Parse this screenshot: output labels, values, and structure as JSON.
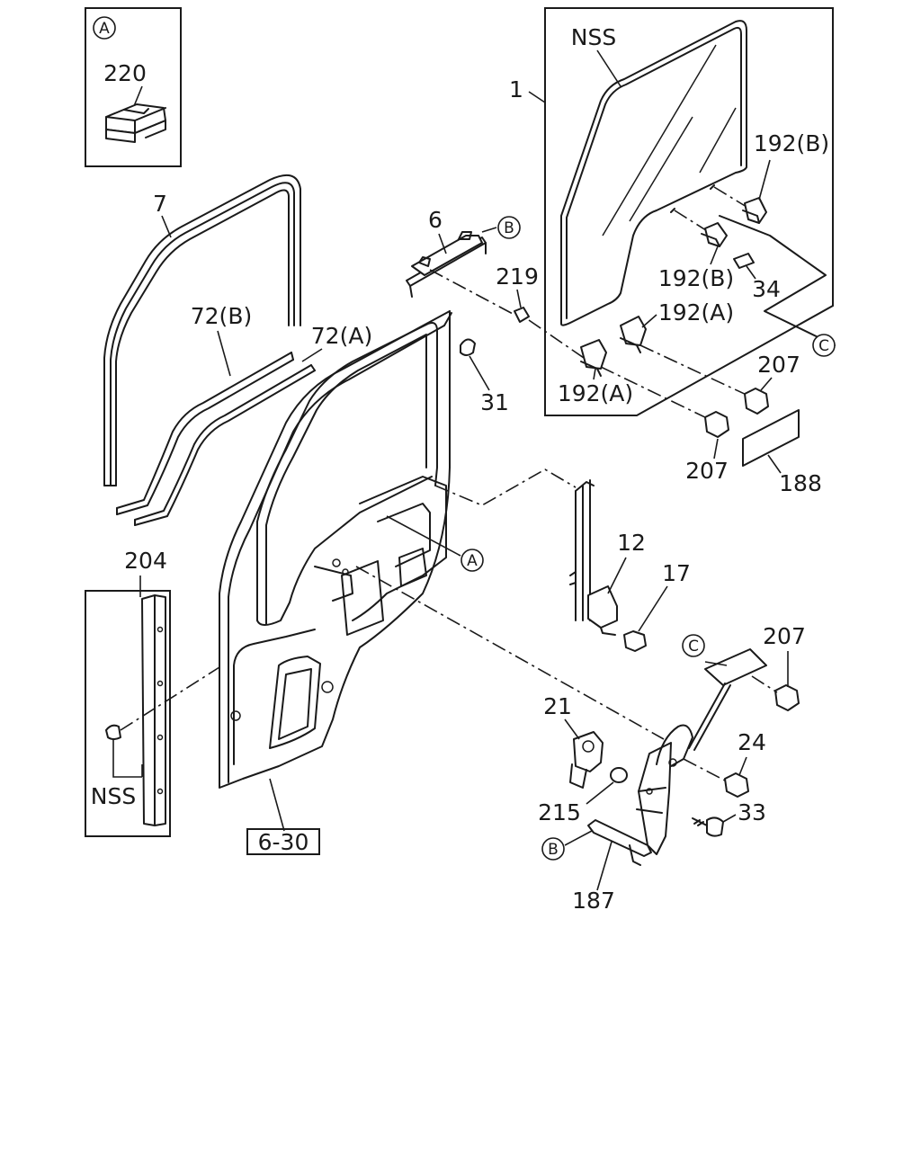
{
  "inset_a": {
    "ref": "A",
    "part": "220"
  },
  "inset_204": {
    "part": "204",
    "nss": "NSS"
  },
  "glass_panel": {
    "part": "1",
    "nss": "NSS",
    "ref": "C"
  },
  "refs": {
    "a": "A",
    "b": "B",
    "c": "C"
  },
  "parts": {
    "p7": "7",
    "p72b": "72(B)",
    "p72a": "72(A)",
    "p6": "6",
    "p219": "219",
    "p31": "31",
    "p192b_top": "192(B)",
    "p192b_mid": "192(B)",
    "p34": "34",
    "p192a_right": "192(A)",
    "p192a_left": "192(A)",
    "p207_right": "207",
    "p207_left": "207",
    "p188": "188",
    "p12": "12",
    "p17": "17",
    "p207_lower": "207",
    "p21": "21",
    "p24": "24",
    "p215": "215",
    "p33": "33",
    "p187": "187"
  },
  "door_ref": "6-30"
}
